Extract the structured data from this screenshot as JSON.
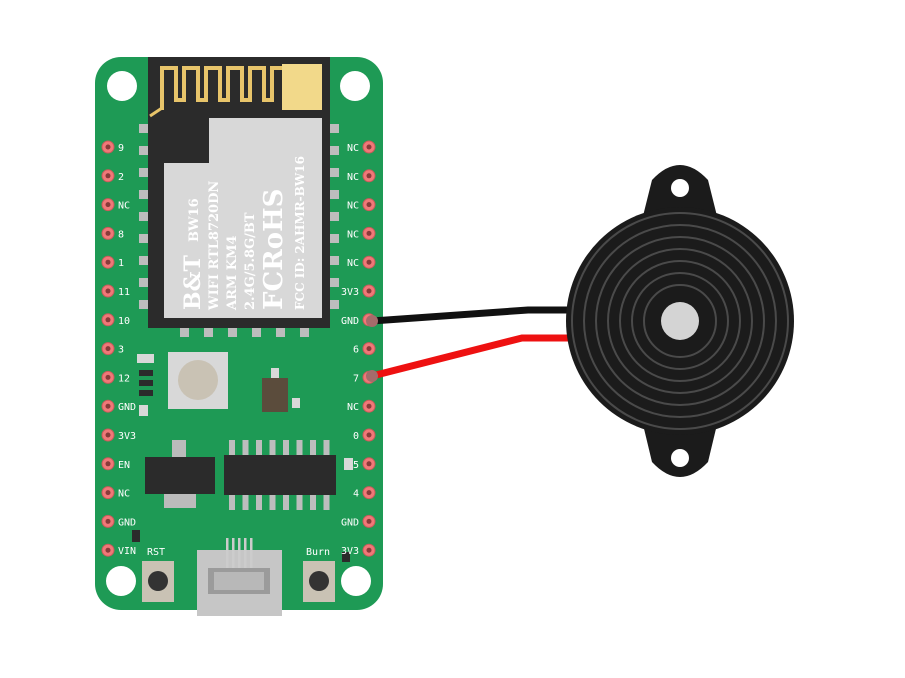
{
  "board": {
    "module": {
      "brand": "B&T",
      "model": "BW16",
      "chip": "WIFI RTL8720DN",
      "core": "ARM KM4",
      "band": "2.4G/5.8G/BT",
      "cert": "FCRoHS",
      "fcc": "FCC ID: 2AHMR-BW16"
    },
    "left_pins": [
      "9",
      "2",
      "NC",
      "8",
      "1",
      "11",
      "10",
      "3",
      "12",
      "GND",
      "3V3",
      "EN",
      "NC",
      "GND",
      "VIN"
    ],
    "right_pins": [
      "NC",
      "NC",
      "NC",
      "NC",
      "NC",
      "3V3",
      "GND",
      "6",
      "7",
      "NC",
      "0",
      "5",
      "4",
      "GND",
      "3V3"
    ],
    "buttons": {
      "reset": "RST",
      "burn": "Burn"
    }
  },
  "colors": {
    "board": "#1e9a55",
    "module": "#d8d8d8",
    "antenna": "#e7c46a",
    "pad": "#f07878",
    "wire_gnd": "#111111",
    "wire_signal": "#ee1111",
    "buzzer": "#1b1b1b"
  }
}
